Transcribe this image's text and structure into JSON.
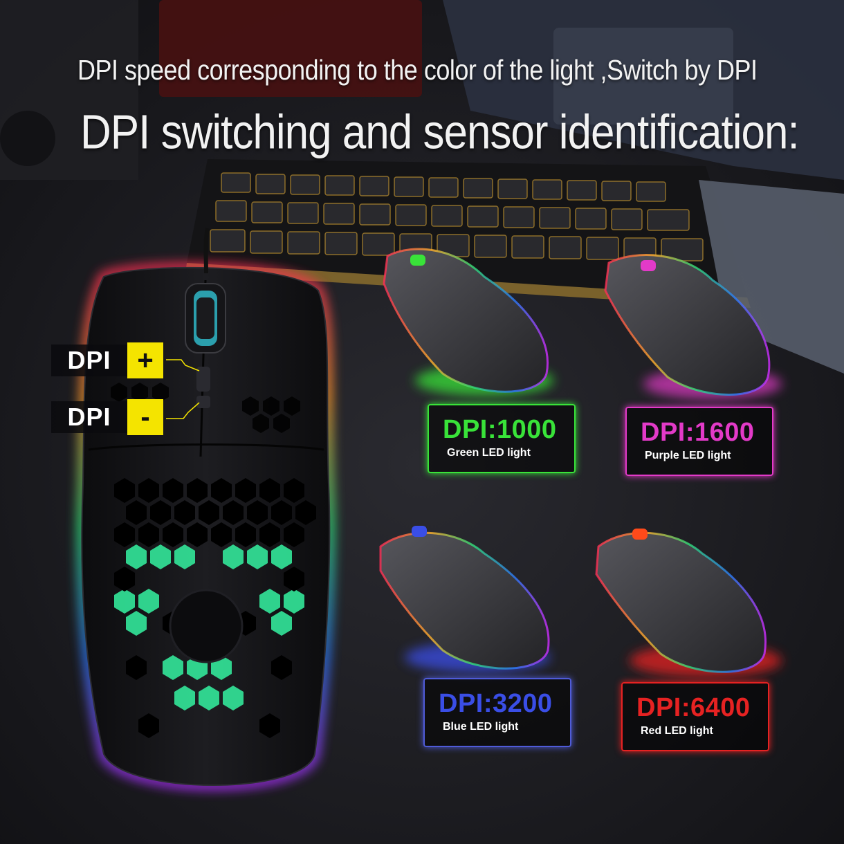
{
  "header": {
    "subtitle": "DPI speed corresponding to the color of the light ,Switch by DPI",
    "title": "DPI switching and sensor identification:"
  },
  "buttons": {
    "dpi_plus": {
      "label": "DPI",
      "sign": "+"
    },
    "dpi_minus": {
      "label": "DPI",
      "sign": "-"
    }
  },
  "led_modes": [
    {
      "value": "DPI:1000",
      "caption": "Green LED light",
      "color": "#39e339"
    },
    {
      "value": "DPI:1600",
      "caption": "Purple LED light",
      "color": "#e33ac8"
    },
    {
      "value": "DPI:3200",
      "caption": "Blue LED light",
      "color": "#3a4ee6"
    },
    {
      "value": "DPI:6400",
      "caption": "Red  LED light",
      "color": "#e62222"
    }
  ],
  "palette": {
    "background": "#1a1a1e",
    "keyboard_backlight": "#f2b733",
    "button_yellow": "#f4e400"
  }
}
